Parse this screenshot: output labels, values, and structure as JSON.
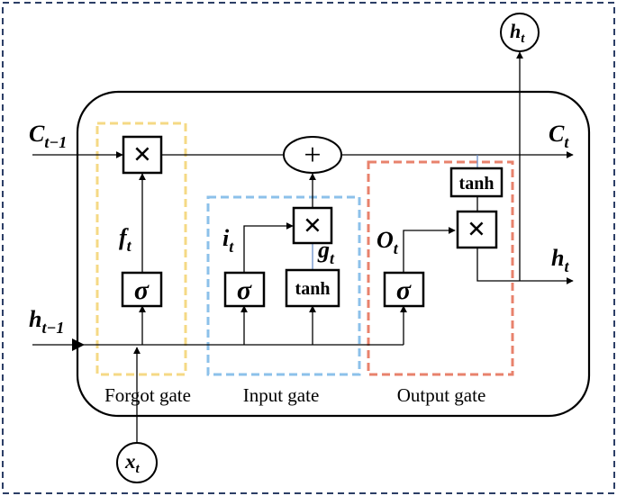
{
  "diagram": {
    "colors": {
      "forget": "#f5d985",
      "input": "#8cc1ea",
      "output": "#e8826c",
      "frame": "#2c3e66",
      "line": "#000000",
      "cell": "#ffffff"
    },
    "labels": {
      "c_prev": {
        "base": "C",
        "sub": "t−1"
      },
      "c_t": {
        "base": "C",
        "sub": "t"
      },
      "h_prev": {
        "base": "h",
        "sub": "t−1"
      },
      "h_t_out": {
        "base": "h",
        "sub": "t"
      },
      "h_t_top": {
        "base": "h",
        "sub": "t"
      },
      "x_t": {
        "base": "x",
        "sub": "t"
      },
      "f_t": {
        "base": "f",
        "sub": "t"
      },
      "i_t": {
        "base": "i",
        "sub": "t"
      },
      "g_t": {
        "base": "g",
        "sub": "t"
      },
      "o_t": {
        "base": "O",
        "sub": "t"
      }
    },
    "ops": {
      "sigma": "σ",
      "tanh": "tanh",
      "multiply": "×",
      "add": "+"
    },
    "gates": {
      "forgot": "Forgot gate",
      "input": "Input gate",
      "output": "Output gate"
    }
  }
}
